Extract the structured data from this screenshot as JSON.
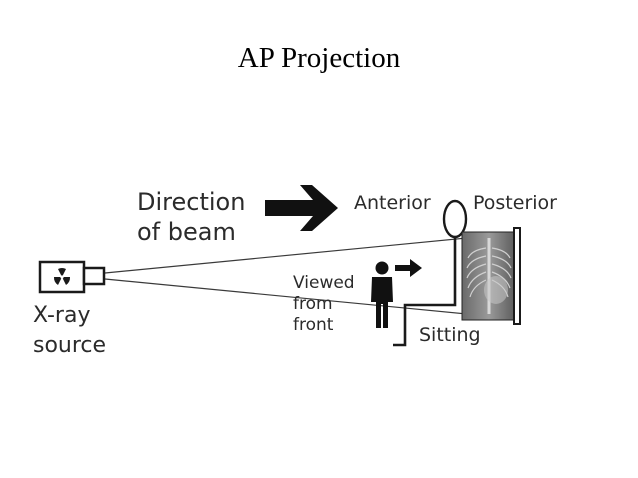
{
  "slide": {
    "title": "AP Projection"
  },
  "diagram": {
    "beam_label_line1": "Direction",
    "beam_label_line2": "of beam",
    "anterior_label": "Anterior",
    "posterior_label": "Posterior",
    "source_label_line1": "X-ray",
    "source_label_line2": "source",
    "viewed_label_line1": "Viewed",
    "viewed_label_line2": "from",
    "viewed_label_line3": "front",
    "sitting_label": "Sitting"
  },
  "colors": {
    "ink": "#1a1a1a",
    "text": "#2b2b2b",
    "film": "#555555"
  },
  "icons": [
    "radiation-icon",
    "arrow-right-icon",
    "person-icon",
    "chest-xray-film"
  ]
}
